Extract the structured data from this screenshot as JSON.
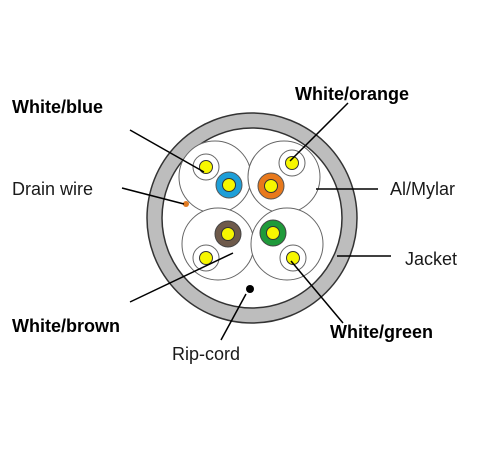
{
  "labels": {
    "white_blue": "White/blue",
    "white_orange": "White/orange",
    "drain_wire": "Drain wire",
    "al_mylar": "Al/Mylar",
    "jacket": "Jacket",
    "white_brown": "White/brown",
    "white_green": "White/green",
    "rip_cord": "Rip-cord"
  },
  "colors": {
    "jacket": "#bdbdbd",
    "conductor_core": "#f7f700",
    "blue": "#1e9fd8",
    "orange": "#e8791c",
    "brown": "#6e5a4b",
    "green": "#1f9a3a",
    "drain_wire": "#e07a22",
    "rip_cord": "#000000"
  }
}
